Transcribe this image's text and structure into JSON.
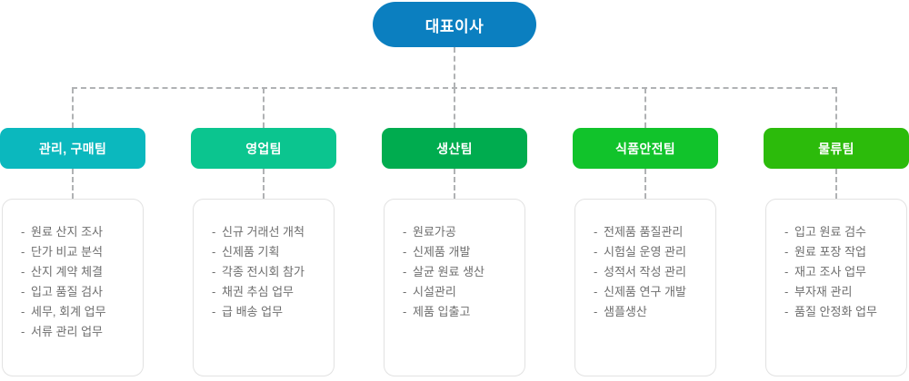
{
  "chart": {
    "type": "org-chart",
    "root": {
      "label": "대표이사",
      "color": "#0b7fc0"
    },
    "connector_color": "#b0b2b4",
    "connector_style": "dashed",
    "teams": [
      {
        "name": "관리, 구매팀",
        "color": "#0bb8be",
        "tasks": [
          "원료 산지 조사",
          "단가 비교 분석",
          "산지 계약 체결",
          "입고 품질 검사",
          "세무, 회계 업무",
          "서류 관리 업무"
        ]
      },
      {
        "name": "영업팀",
        "color": "#0bc58f",
        "tasks": [
          "신규 거래선 개척",
          "신제품 기획",
          "각종 전시회 참가",
          "채권 추심 업무",
          "급 배송 업무"
        ]
      },
      {
        "name": "생산팀",
        "color": "#00ac4f",
        "tasks": [
          "원료가공",
          "신제품 개발",
          "살균 원료 생산",
          "시설관리",
          "제품 입출고"
        ]
      },
      {
        "name": "식품안전팀",
        "color": "#11c32b",
        "tasks": [
          "전제품 품질관리",
          "시험실 운영 관리",
          "성적서 작성 관리",
          "신제품 연구 개발",
          "샘플생산"
        ]
      },
      {
        "name": "물류팀",
        "color": "#2cbb0b",
        "tasks": [
          "입고 원료 검수",
          "원료 포장 작업",
          "재고 조사 업무",
          "부자재 관리",
          "품질 안정화 업무"
        ]
      }
    ],
    "task_bullet": "-"
  }
}
